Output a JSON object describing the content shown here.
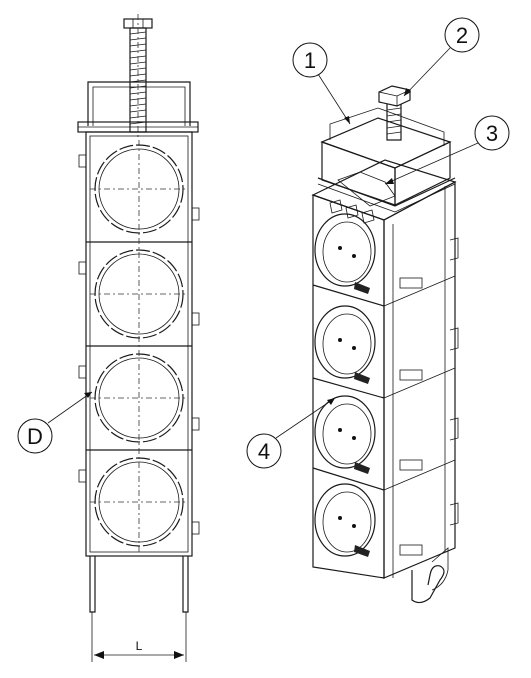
{
  "figure": {
    "callouts": [
      {
        "id": "c1",
        "text": "1"
      },
      {
        "id": "c2",
        "text": "2"
      },
      {
        "id": "c3",
        "text": "3"
      },
      {
        "id": "c4",
        "text": "4"
      },
      {
        "id": "cD",
        "text": "D"
      }
    ],
    "dimension_label": "L"
  }
}
